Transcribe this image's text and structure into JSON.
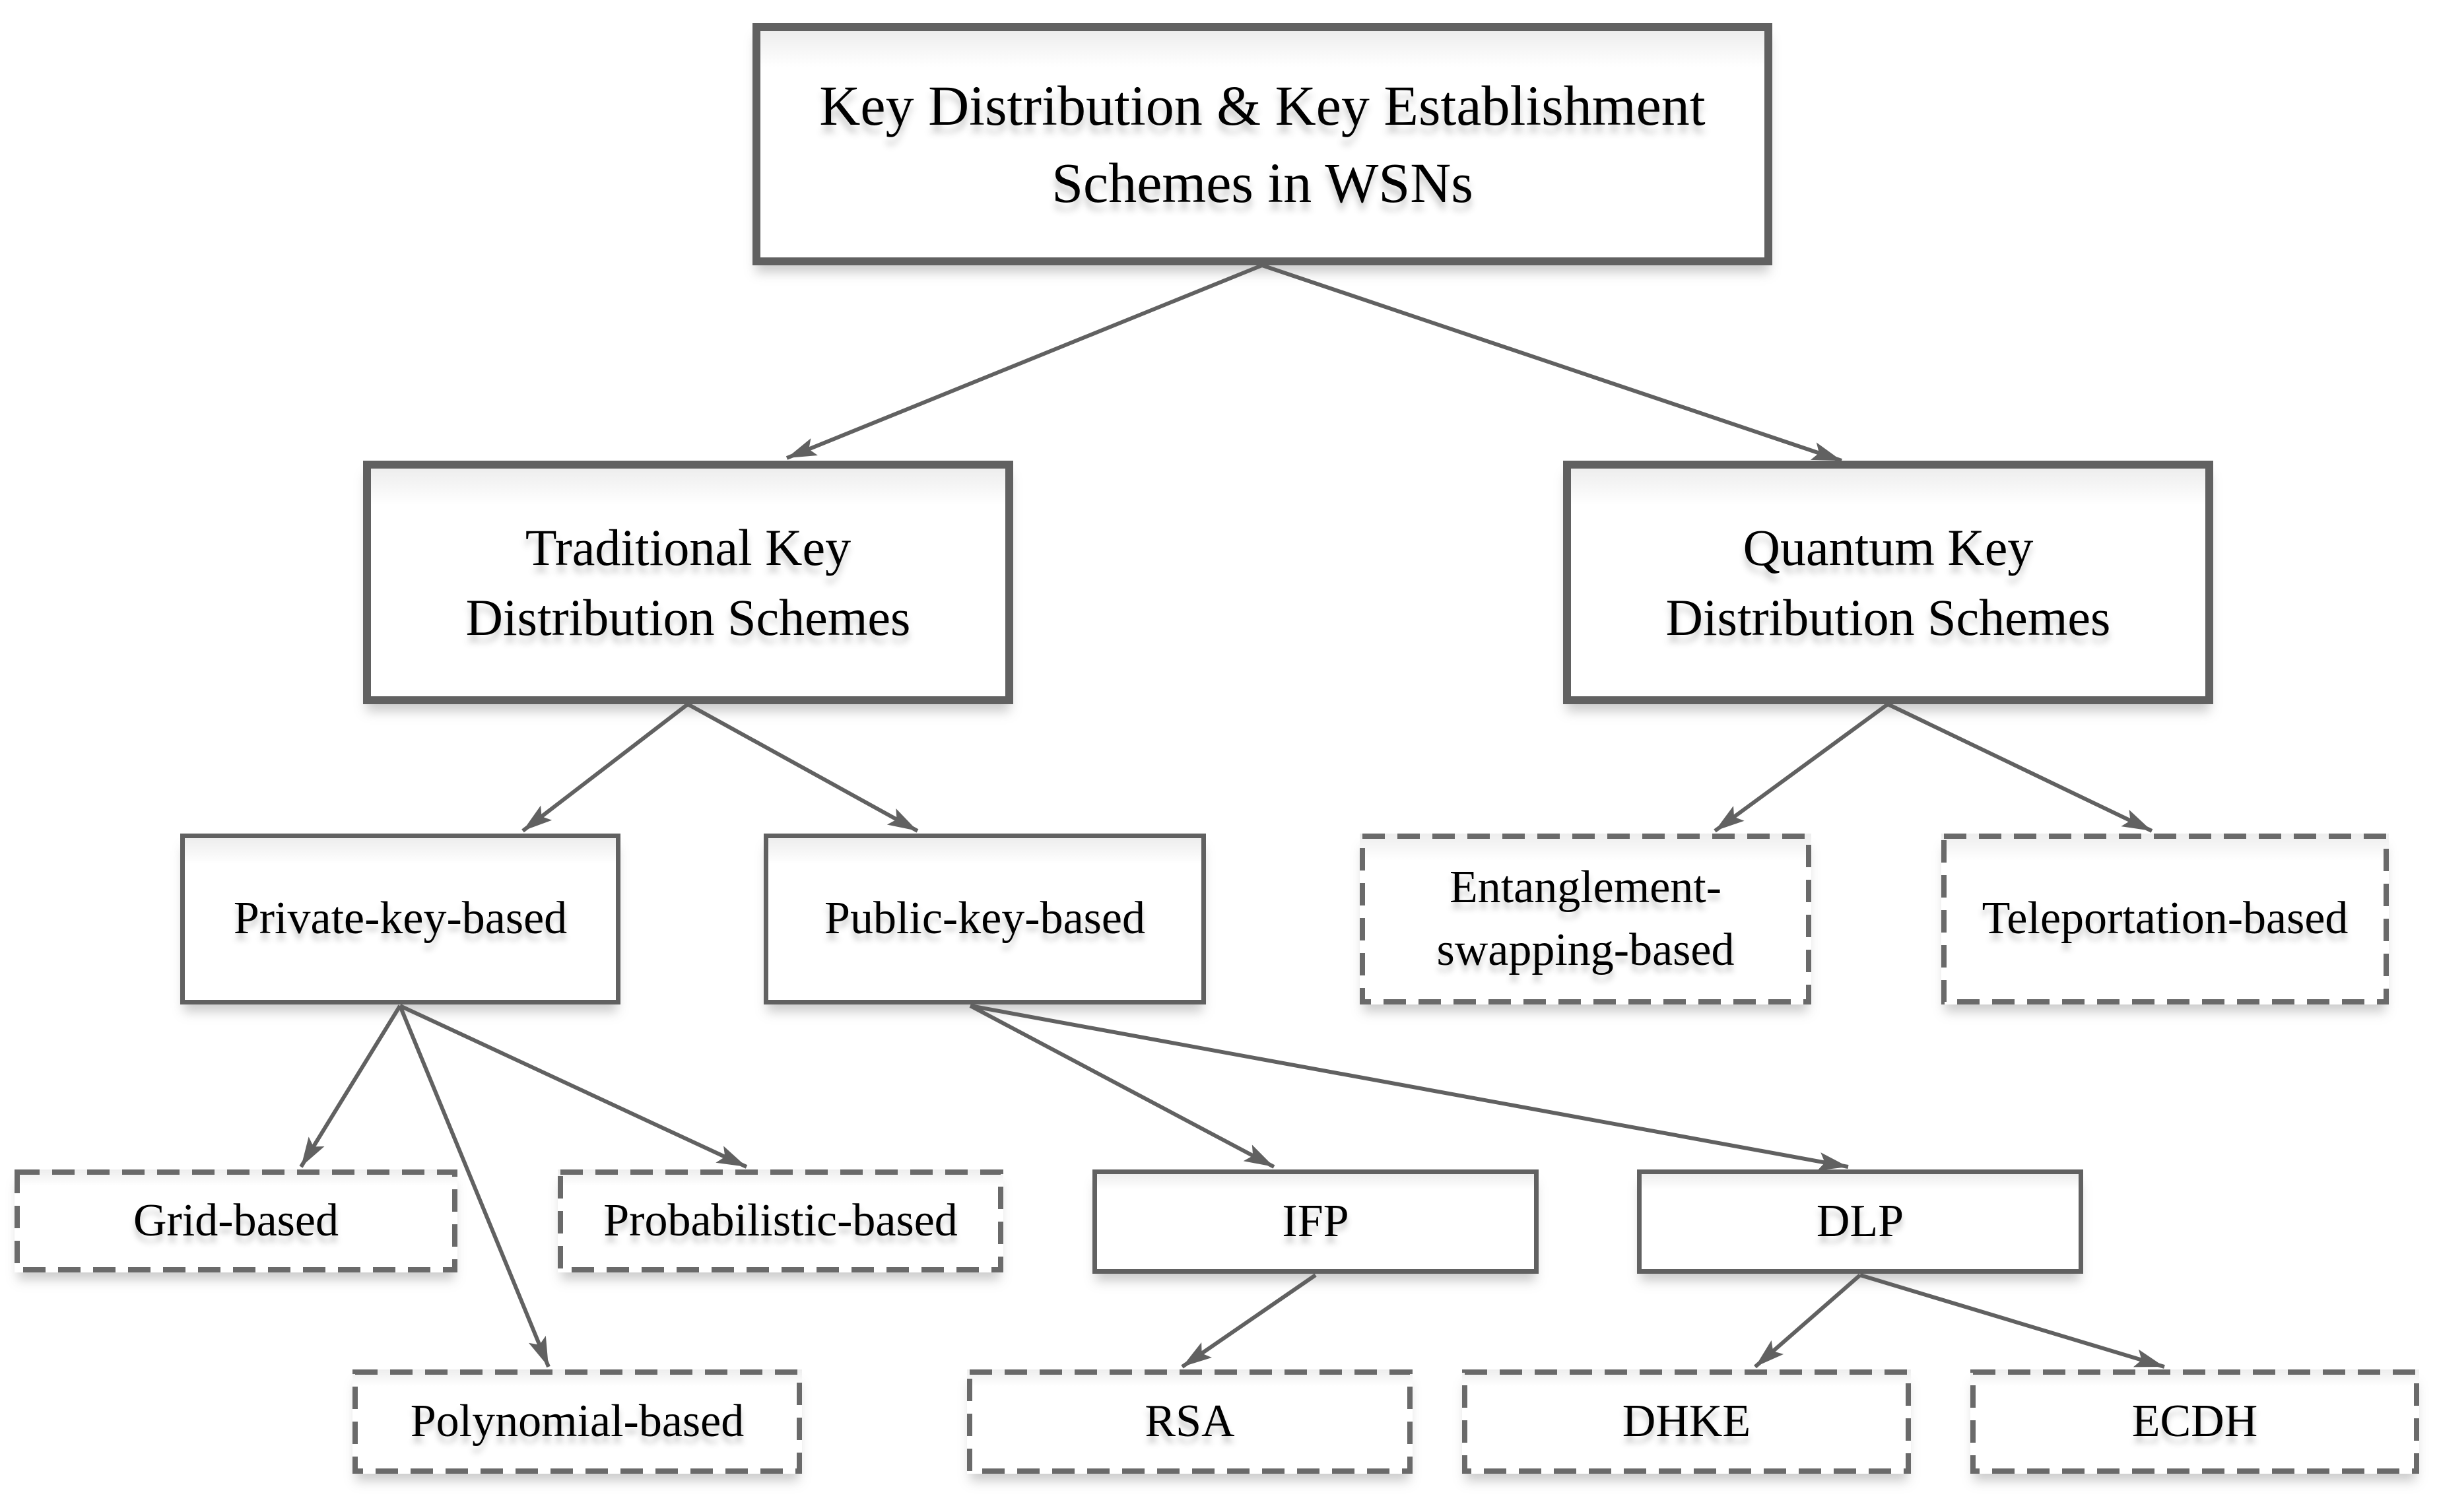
{
  "figure": {
    "title": "Key Distribution & Key Establishment Schemes in WSNs",
    "type": "hierarchy-tree-diagram"
  },
  "colors": {
    "background": "#ffffff",
    "line": "#616161",
    "dashed_border": "#6a6a6a",
    "text": "#000000"
  },
  "nodes": {
    "root": {
      "l1": "Key Distribution & Key Establishment",
      "l2": "Schemes in WSNs",
      "border": "solid"
    },
    "traditional": {
      "l1": "Traditional Key",
      "l2": "Distribution Schemes",
      "border": "solid"
    },
    "quantum": {
      "l1": "Quantum Key",
      "l2": "Distribution Schemes",
      "border": "solid"
    },
    "private": {
      "label": "Private-key-based",
      "border": "solid"
    },
    "public": {
      "label": "Public-key-based",
      "border": "solid"
    },
    "entanglement": {
      "l1": "Entanglement-",
      "l2": "swapping-based",
      "border": "dashed"
    },
    "teleportation": {
      "label": "Teleportation-based",
      "border": "dashed"
    },
    "grid": {
      "label": "Grid-based",
      "border": "dashed"
    },
    "probabilistic": {
      "label": "Probabilistic-based",
      "border": "dashed"
    },
    "polynomial": {
      "label": "Polynomial-based",
      "border": "dashed"
    },
    "ifp": {
      "label": "IFP",
      "border": "solid"
    },
    "dlp": {
      "label": "DLP",
      "border": "solid"
    },
    "rsa": {
      "label": "RSA",
      "border": "dashed"
    },
    "dhke": {
      "label": "DHKE",
      "border": "dashed"
    },
    "ecdh": {
      "label": "ECDH",
      "border": "dashed"
    }
  },
  "edges": [
    {
      "from": "root",
      "to": "traditional"
    },
    {
      "from": "root",
      "to": "quantum"
    },
    {
      "from": "traditional",
      "to": "private"
    },
    {
      "from": "traditional",
      "to": "public"
    },
    {
      "from": "quantum",
      "to": "entanglement"
    },
    {
      "from": "quantum",
      "to": "teleportation"
    },
    {
      "from": "private",
      "to": "grid"
    },
    {
      "from": "private",
      "to": "polynomial"
    },
    {
      "from": "private",
      "to": "probabilistic"
    },
    {
      "from": "public",
      "to": "ifp"
    },
    {
      "from": "public",
      "to": "dlp"
    },
    {
      "from": "ifp",
      "to": "rsa"
    },
    {
      "from": "dlp",
      "to": "dhke"
    },
    {
      "from": "dlp",
      "to": "ecdh"
    }
  ]
}
